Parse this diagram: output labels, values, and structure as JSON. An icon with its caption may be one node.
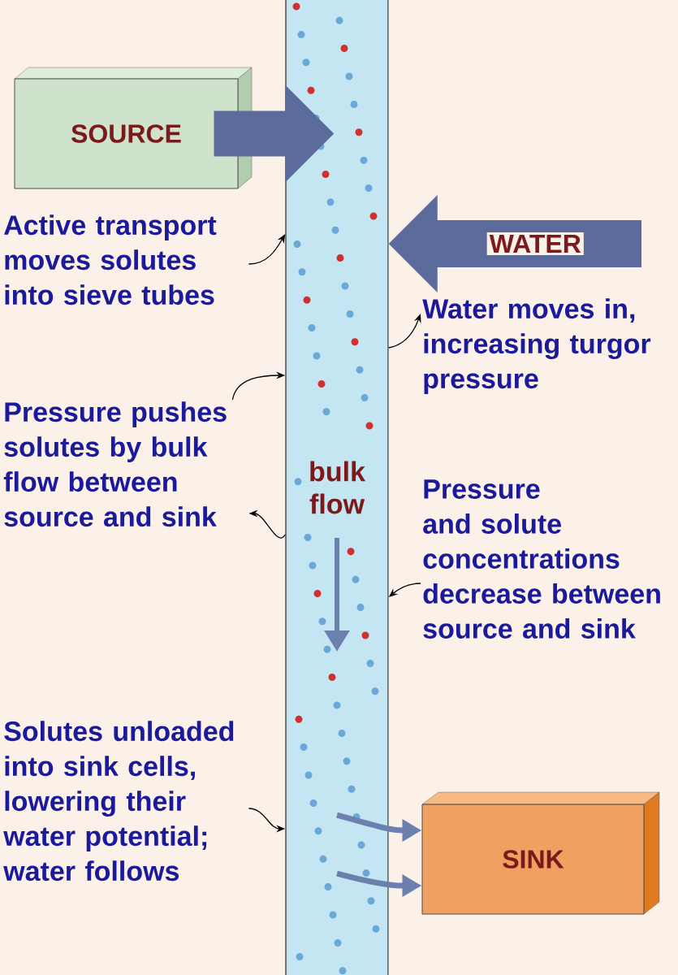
{
  "diagram": {
    "nodes": [
      {
        "text": [
          "SOURCE"
        ]
      },
      {
        "text": [
          "bulk flow"
        ]
      },
      {
        "text": [
          "SINK"
        ]
      },
      {
        "text": [
          "Active transport moves solutes into sieve tubes"
        ]
      },
      {
        "text": [
          "Water moves in, increasing turgor pressure"
        ]
      },
      {
        "text": [
          "Pressure pushes solutes by bulk flow between source and sink"
        ]
      },
      {
        "text": [
          "Pressure and solute concentrations decrease between source and sink"
        ]
      },
      {
        "text": [
          "Solutes unloaded into sink cells, lowering their water potential; water follows"
        ]
      }
    ],
    "edges": [
      {
        "from": 0,
        "to": 1,
        "arrow": "to",
        "style": "thick",
        "color": "#5b6b9c"
      },
      {
        "from": null,
        "to": 1,
        "arrow": "to",
        "label": "WATER",
        "style": "thick",
        "color": "#5b6b9c"
      },
      {
        "from": 1,
        "to": 2,
        "arrow": "to",
        "style": "thick",
        "color": "#6b80ac"
      },
      {
        "from": 1,
        "to": 2,
        "arrow": "to",
        "style": "thick",
        "color": "#6b80ac"
      },
      {
        "from": 3,
        "to": 1,
        "arrow": "to"
      },
      {
        "from": 1,
        "to": 4,
        "arrow": "to"
      },
      {
        "from": 5,
        "to": 1,
        "arrow": "to"
      },
      {
        "from": 1,
        "to": 5,
        "arrow": "to"
      },
      {
        "from": 6,
        "to": 1,
        "arrow": "to"
      },
      {
        "from": 7,
        "to": 1,
        "arrow": "to"
      }
    ]
  }
}
